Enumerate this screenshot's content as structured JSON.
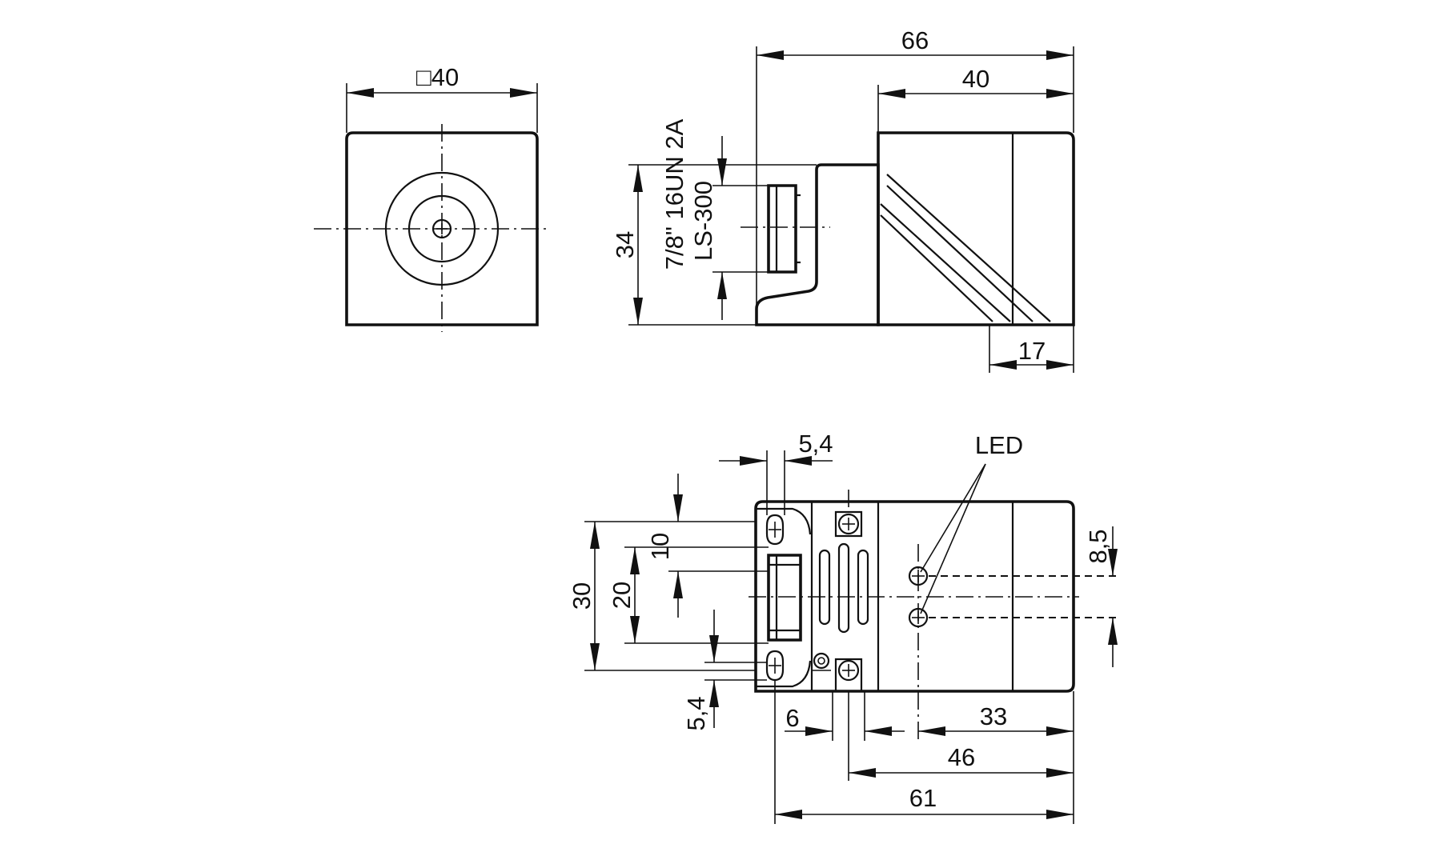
{
  "front_view": {
    "width_label": "□40"
  },
  "side_view": {
    "length_label": "66",
    "head_length_label": "40",
    "height_label": "34",
    "thread_label": "7/8\" 16UN 2A",
    "thread_label_2": "LS-300",
    "face_offset_label": "17"
  },
  "bottom_view": {
    "led_label": "LED",
    "slot_width_top_label": "5,4",
    "connector_span_outer_label": "30",
    "connector_span_inner_label": "20",
    "connector_offset_label": "10",
    "slot_width_bottom_label": "5,4",
    "hole_offset_label": "6",
    "led_spacing_label": "8,5",
    "led_position_label": "33",
    "hole_distance_label": "46",
    "overall_length_label": "61"
  },
  "colors": {
    "line": "#111111",
    "background": "#ffffff"
  }
}
